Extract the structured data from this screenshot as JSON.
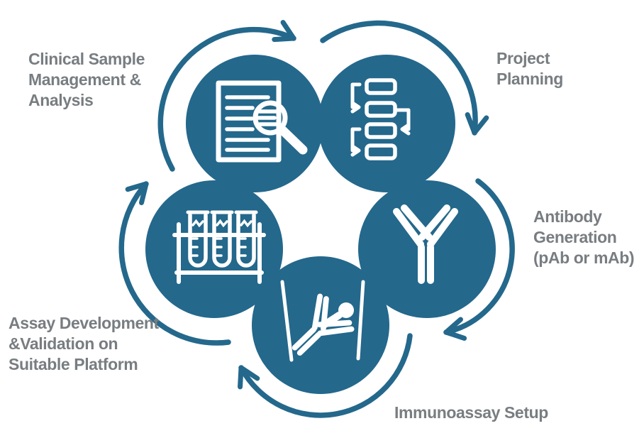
{
  "diagram": {
    "type": "cycle",
    "direction": "clockwise",
    "stages": [
      {
        "id": "project-planning",
        "label": "Project\n Planning",
        "icon": "flowchart-icon",
        "position": "top-right"
      },
      {
        "id": "antibody-generation",
        "label": "Antibody\nGeneration\n(pAb or mAb)",
        "icon": "antibody-icon",
        "position": "right"
      },
      {
        "id": "immunoassay-setup",
        "label": "Immunoassay Setup",
        "icon": "immunoassay-well-antibody-bead-icon",
        "position": "bottom"
      },
      {
        "id": "assay-development",
        "label": "Assay Development\n &Validation on\nSuitable Platform",
        "icon": "test-tube-rack-icon",
        "position": "left"
      },
      {
        "id": "clinical-sample",
        "label": "Clinical Sample\nManagement &\n Analysis",
        "icon": "document-magnifier-icon",
        "position": "top-left"
      }
    ],
    "colors": {
      "primary": "#24688C",
      "icon": "#FFFFFF",
      "label": "#787D81",
      "background": "#FFFFFF"
    }
  }
}
